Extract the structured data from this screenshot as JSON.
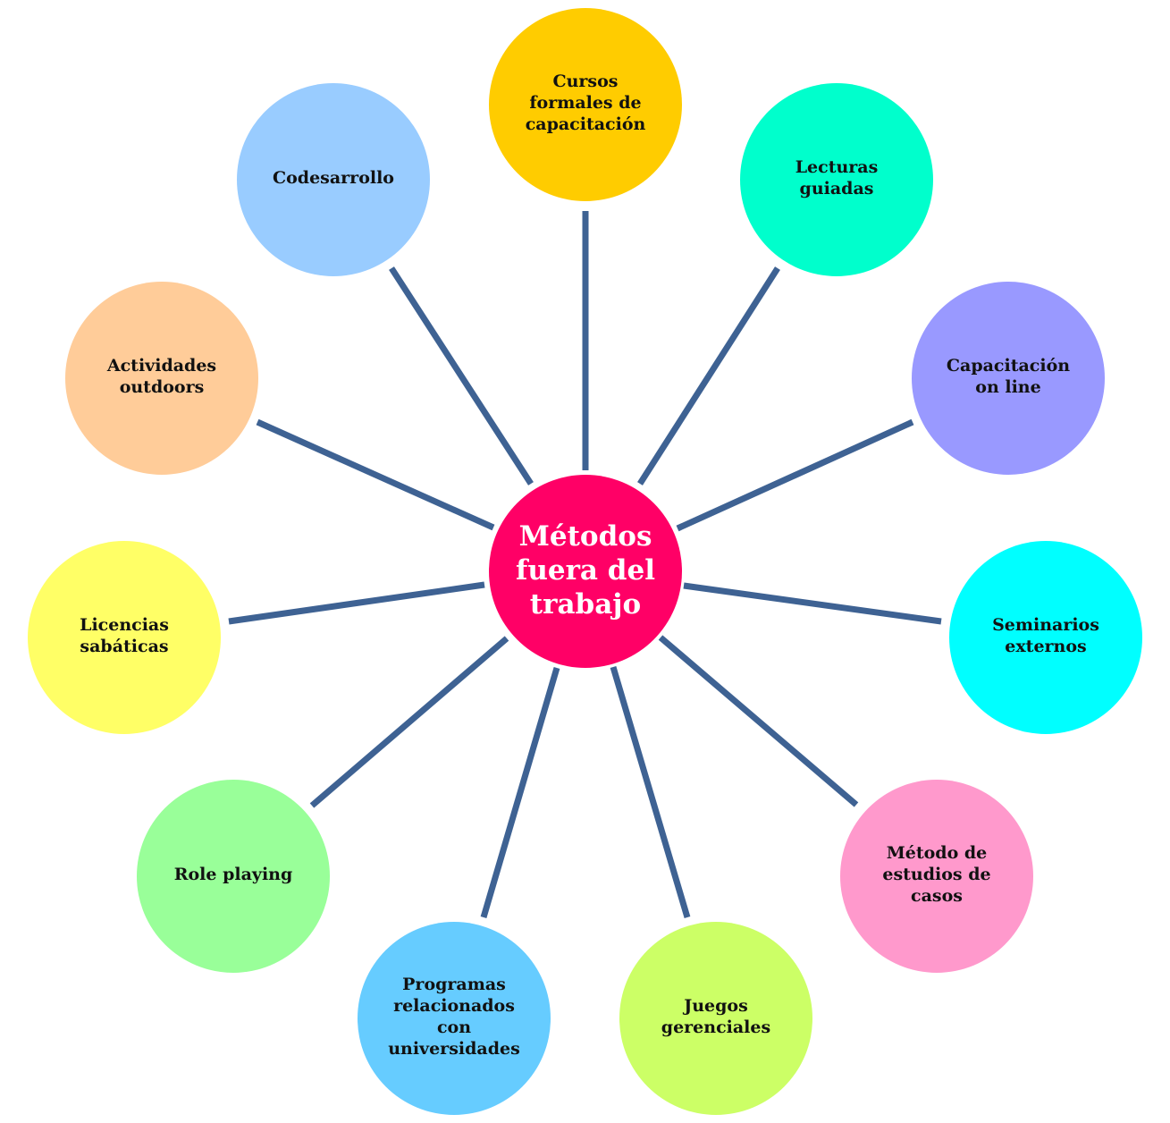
{
  "colors": {
    "connector": "#3E6293",
    "center": "#FF0066"
  },
  "center": {
    "lines": [
      "Métodos",
      "fuera del",
      "trabajo"
    ]
  },
  "nodes": [
    {
      "id": "cursos-formales",
      "lines": [
        "Cursos",
        "formales de",
        "capacitación"
      ],
      "color": "#FFCC00"
    },
    {
      "id": "lecturas-guiadas",
      "lines": [
        "Lecturas",
        "guiadas"
      ],
      "color": "#00FFCC"
    },
    {
      "id": "capacitacion-online",
      "lines": [
        "Capacitación",
        "on line"
      ],
      "color": "#9999FF"
    },
    {
      "id": "seminarios-externos",
      "lines": [
        "Seminarios",
        "externos"
      ],
      "color": "#00FFFF"
    },
    {
      "id": "metodo-estudios-casos",
      "lines": [
        "Método de",
        "estudios de",
        "casos"
      ],
      "color": "#FF99CC"
    },
    {
      "id": "juegos-gerenciales",
      "lines": [
        "Juegos",
        "gerenciales"
      ],
      "color": "#CCFF66"
    },
    {
      "id": "programas-universidades",
      "lines": [
        "Programas",
        "relacionados",
        "con",
        "universidades"
      ],
      "color": "#66CCFF"
    },
    {
      "id": "role-playing",
      "lines": [
        "Role playing"
      ],
      "color": "#99FF99"
    },
    {
      "id": "licencias-sabaticas",
      "lines": [
        "Licencias",
        "sabáticas"
      ],
      "color": "#FFFF66"
    },
    {
      "id": "actividades-outdoors",
      "lines": [
        "Actividades",
        "outdoors"
      ],
      "color": "#FFCC99"
    },
    {
      "id": "codesarrollo",
      "lines": [
        "Codesarrollo"
      ],
      "color": "#99CCFF"
    }
  ]
}
